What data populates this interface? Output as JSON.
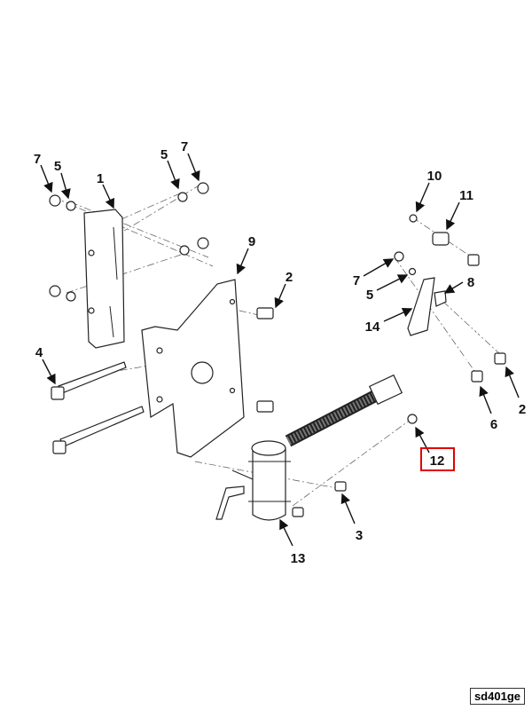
{
  "callouts": [
    "7",
    "5",
    "1",
    "5",
    "7",
    "9",
    "2",
    "4",
    "10",
    "11",
    "7",
    "5",
    "8",
    "14",
    "2",
    "6",
    "12",
    "3",
    "13"
  ],
  "highlighted_callout": "12",
  "highlight_color": "#e00000",
  "figure_id": "sd401ge"
}
